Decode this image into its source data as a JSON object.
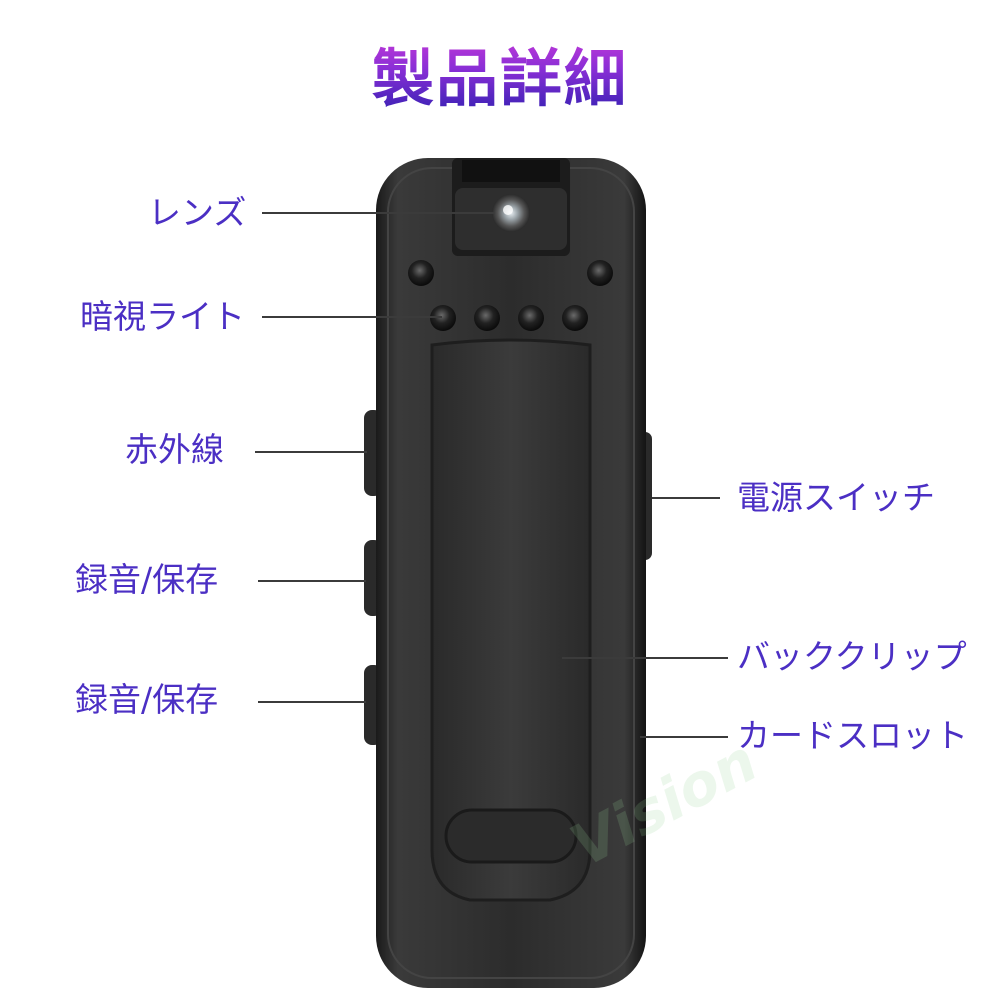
{
  "title": "製品詳細",
  "watermark": "Vision",
  "labels": {
    "lens": "レンズ",
    "night_light": "暗視ライト",
    "infrared": "赤外線",
    "record_save_1": "録音/保存",
    "record_save_2": "録音/保存",
    "power_switch": "電源スイッチ",
    "back_clip": "バッククリップ",
    "card_slot": "カードスロット"
  }
}
